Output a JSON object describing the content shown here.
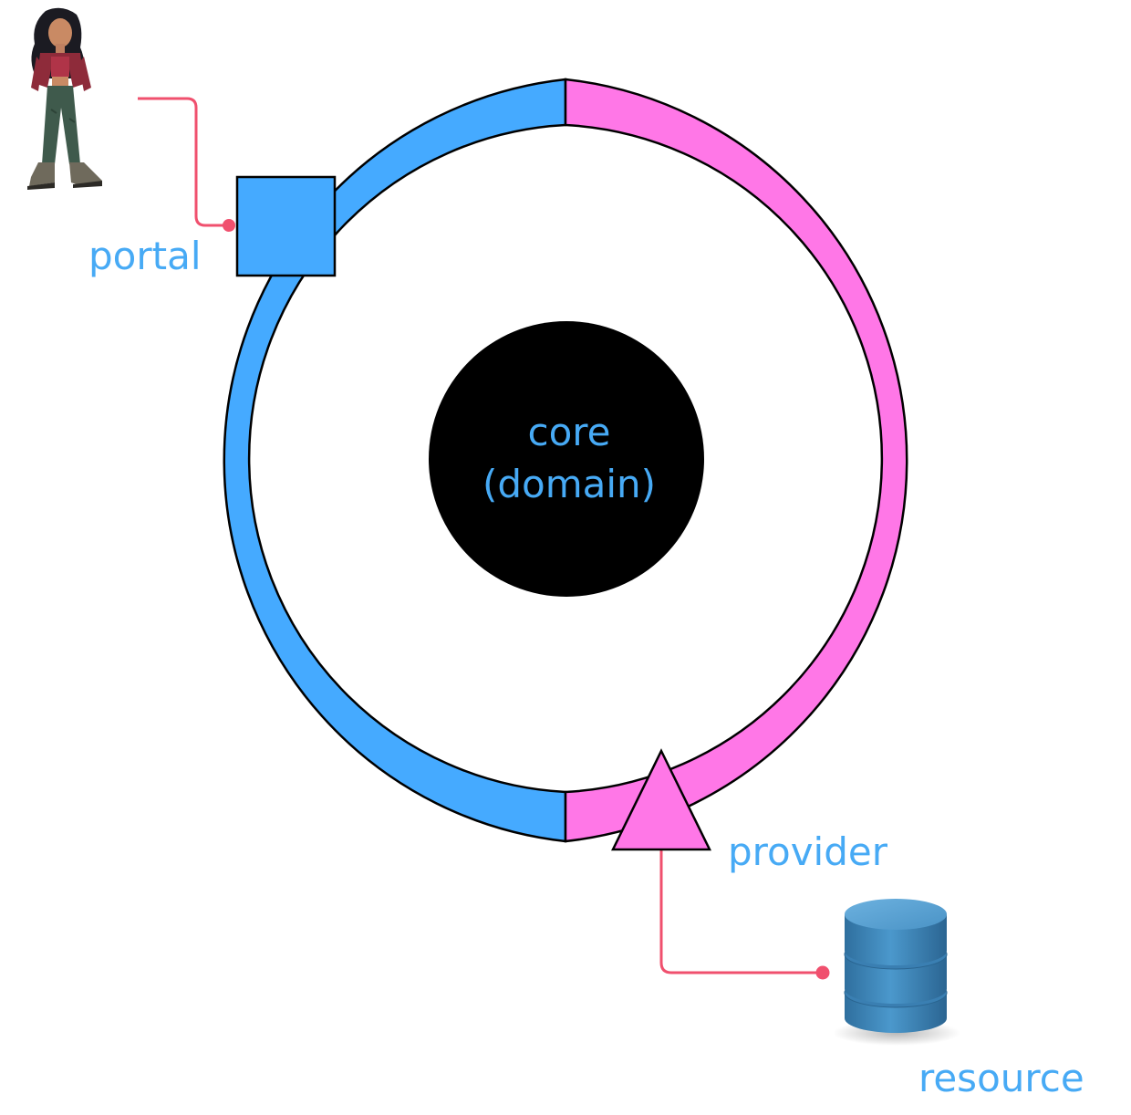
{
  "diagram": {
    "core": {
      "line1": "core",
      "line2": "(domain)"
    },
    "portal": {
      "label": "portal"
    },
    "provider": {
      "label": "provider"
    },
    "resource": {
      "label": "resource"
    }
  },
  "colors": {
    "blue": "#45aaff",
    "pink": "#ff77e7",
    "connector": "#f0506e",
    "label": "#47aaf5",
    "core_fill": "#000000",
    "database": "#3d86b8"
  },
  "icons": {
    "user": "person-figure-icon",
    "database": "database-icon"
  }
}
